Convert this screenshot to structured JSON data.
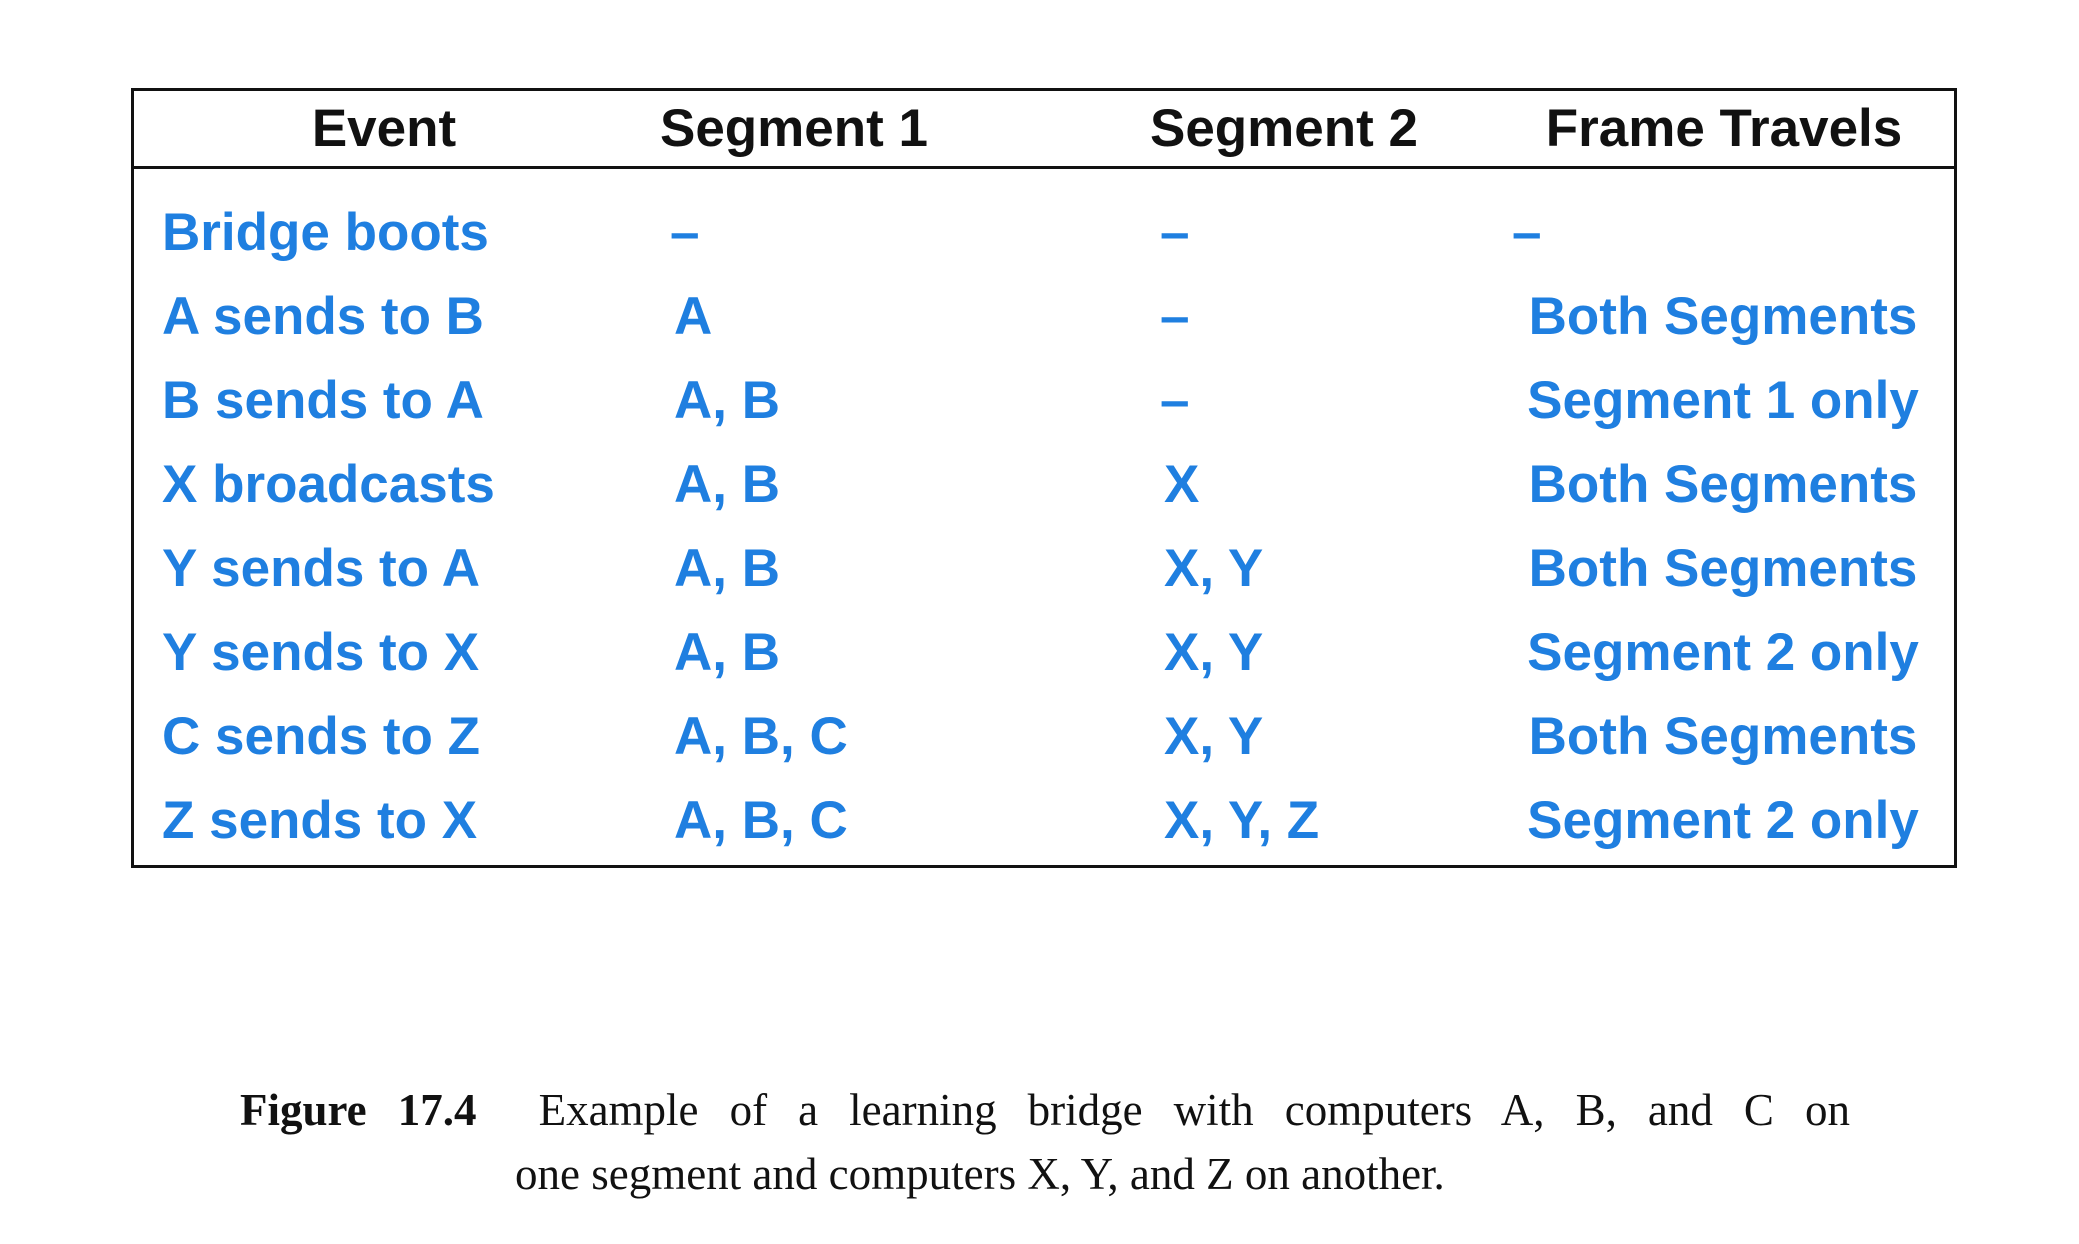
{
  "table": {
    "headers": {
      "event": "Event",
      "segment1": "Segment 1",
      "segment2": "Segment 2",
      "frame": "Frame Travels"
    },
    "rows": [
      {
        "event": "Bridge boots",
        "segment1": "–",
        "segment2": "–",
        "frame": "–"
      },
      {
        "event": "A sends to B",
        "segment1": "A",
        "segment2": "–",
        "frame": "Both Segments"
      },
      {
        "event": "B sends to A",
        "segment1": "A, B",
        "segment2": "–",
        "frame": "Segment 1 only"
      },
      {
        "event": "X broadcasts",
        "segment1": "A, B",
        "segment2": "X",
        "frame": "Both Segments"
      },
      {
        "event": "Y sends to A",
        "segment1": "A, B",
        "segment2": "X, Y",
        "frame": "Both Segments"
      },
      {
        "event": "Y sends to X",
        "segment1": "A, B",
        "segment2": "X, Y",
        "frame": "Segment 2 only"
      },
      {
        "event": "C sends to Z",
        "segment1": "A, B, C",
        "segment2": "X, Y",
        "frame": "Both Segments"
      },
      {
        "event": "Z sends to X",
        "segment1": "A, B, C",
        "segment2": "X, Y, Z",
        "frame": "Segment 2 only"
      }
    ],
    "colors": {
      "header_text": "#111111",
      "body_text": "#1f7fe0",
      "border": "#111111"
    }
  },
  "caption": {
    "label": "Figure 17.4",
    "line1": "Example of a learning bridge with computers A, B, and C on",
    "line2": "one segment and computers X, Y, and Z on another."
  }
}
